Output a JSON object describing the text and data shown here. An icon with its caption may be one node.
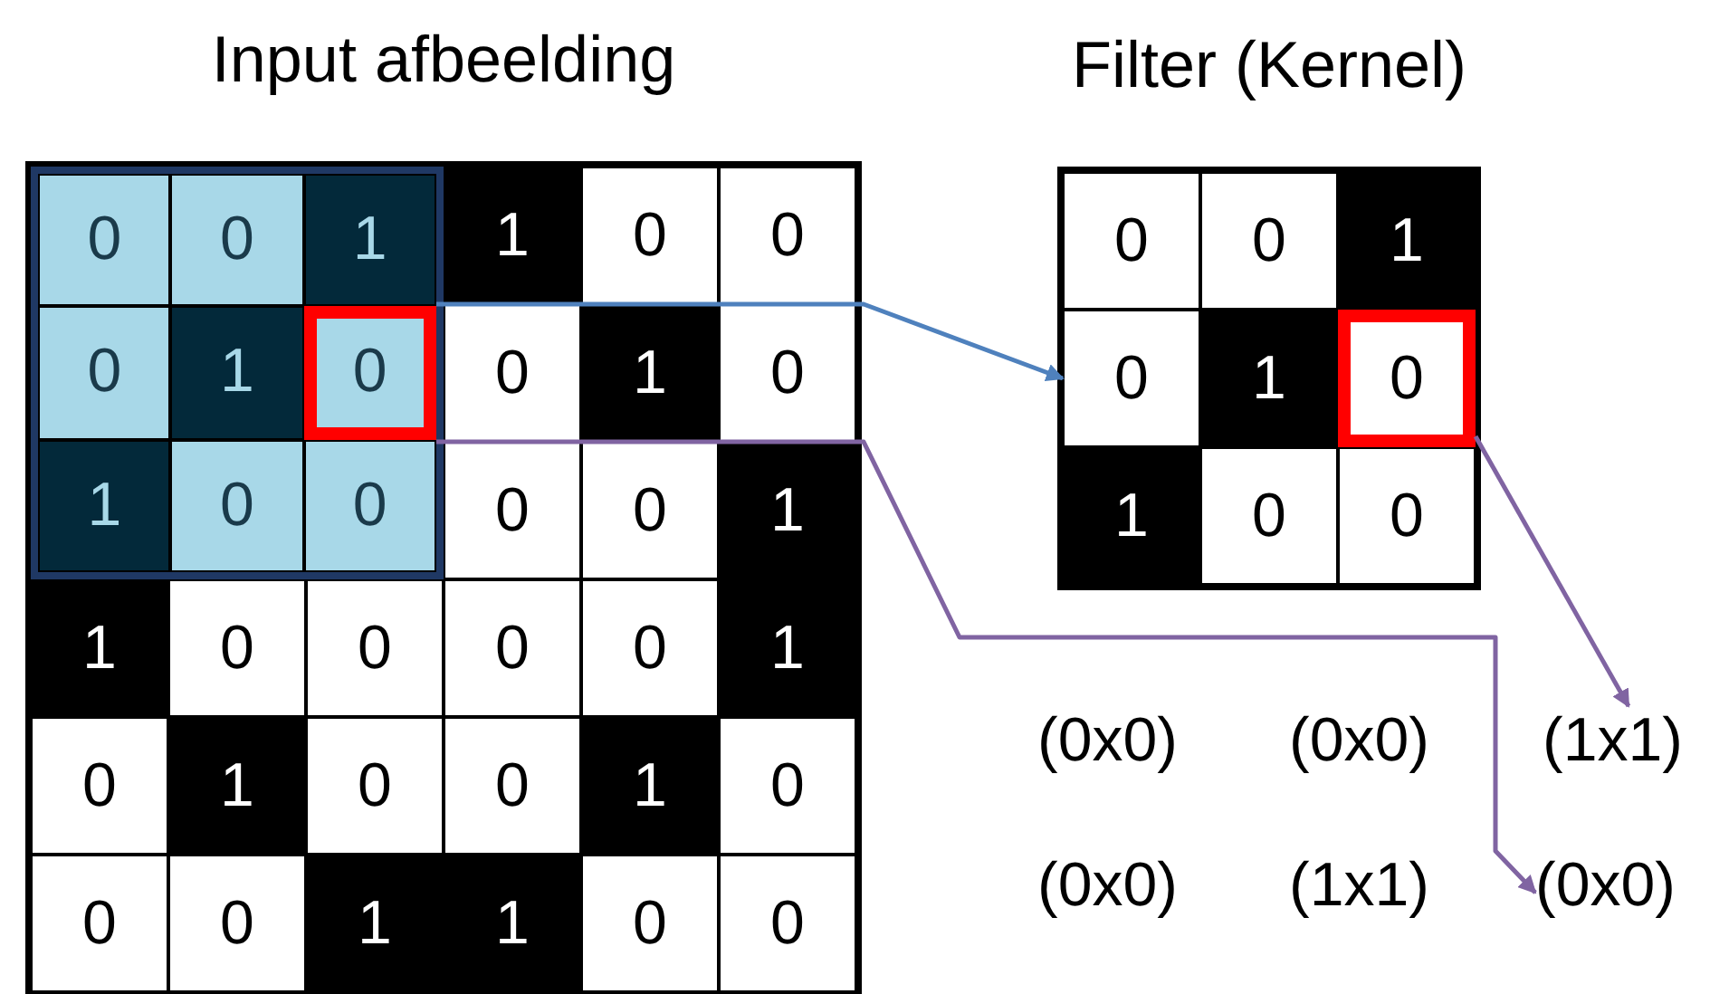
{
  "diagram": {
    "nodes": [
      {
        "text": [
          "Input afbeelding"
        ]
      },
      {
        "text": [],
        "shape": "box",
        "in": 0
      },
      {
        "text": [
          "0"
        ],
        "in": 1
      },
      {
        "text": [
          "0"
        ],
        "in": 1
      },
      {
        "text": [
          "1"
        ],
        "in": 1
      },
      {
        "text": [
          "1"
        ],
        "in": 0
      },
      {
        "text": [
          "0"
        ],
        "in": 0
      },
      {
        "text": [
          "0"
        ],
        "in": 0
      },
      {
        "text": [
          "0"
        ],
        "in": 1
      },
      {
        "text": [
          "1"
        ],
        "in": 1
      },
      {
        "text": [
          "0"
        ],
        "in": 1
      },
      {
        "text": [
          "0"
        ],
        "in": 0
      },
      {
        "text": [
          "1"
        ],
        "in": 0
      },
      {
        "text": [
          "0"
        ],
        "in": 0
      },
      {
        "text": [
          "1"
        ],
        "in": 1
      },
      {
        "text": [
          "0"
        ],
        "in": 1
      },
      {
        "text": [
          "0"
        ],
        "in": 1
      },
      {
        "text": [
          "0"
        ],
        "in": 0
      },
      {
        "text": [
          "0"
        ],
        "in": 0
      },
      {
        "text": [
          "1"
        ],
        "in": 0
      },
      {
        "text": [
          "1"
        ],
        "in": 0
      },
      {
        "text": [
          "0"
        ],
        "in": 0
      },
      {
        "text": [
          "0"
        ],
        "in": 0
      },
      {
        "text": [
          "0"
        ],
        "in": 0
      },
      {
        "text": [
          "0"
        ],
        "in": 0
      },
      {
        "text": [
          "1"
        ],
        "in": 0
      },
      {
        "text": [
          "0"
        ],
        "in": 0
      },
      {
        "text": [
          "1"
        ],
        "in": 0
      },
      {
        "text": [
          "0"
        ],
        "in": 0
      },
      {
        "text": [
          "0"
        ],
        "in": 0
      },
      {
        "text": [
          "1"
        ],
        "in": 0
      },
      {
        "text": [
          "0"
        ],
        "in": 0
      },
      {
        "text": [
          "0"
        ],
        "in": 0
      },
      {
        "text": [
          "0"
        ],
        "in": 0
      },
      {
        "text": [
          "1"
        ],
        "in": 0
      },
      {
        "text": [
          "1"
        ],
        "in": 0
      },
      {
        "text": [
          "0"
        ],
        "in": 0
      },
      {
        "text": [
          "0"
        ],
        "in": 0
      },
      {
        "text": [
          "Filter (Kernel)"
        ]
      },
      {
        "text": [
          "0"
        ],
        "in": 38
      },
      {
        "text": [
          "0"
        ],
        "in": 38
      },
      {
        "text": [
          "1"
        ],
        "in": 38
      },
      {
        "text": [
          "0"
        ],
        "in": 38
      },
      {
        "text": [
          "1"
        ],
        "in": 38
      },
      {
        "text": [
          "0"
        ],
        "in": 38
      },
      {
        "text": [
          "1"
        ],
        "in": 38
      },
      {
        "text": [
          "0"
        ],
        "in": 38
      },
      {
        "text": [
          "0"
        ],
        "in": 38
      },
      {
        "text": [
          "(1x1)"
        ]
      },
      {
        "text": [
          "(0x0)"
        ]
      }
    ],
    "edges": [
      {
        "from": 10,
        "to": 42,
        "arrow": "to",
        "color": "#4f81bd"
      },
      {
        "from": 10,
        "to": 49,
        "arrow": "to"
      },
      {
        "from": 44,
        "to": 48,
        "arrow": "to"
      }
    ],
    "labels": [
      "(0x0)",
      "(0x0)",
      "(0x0)",
      "(1x1)"
    ]
  }
}
